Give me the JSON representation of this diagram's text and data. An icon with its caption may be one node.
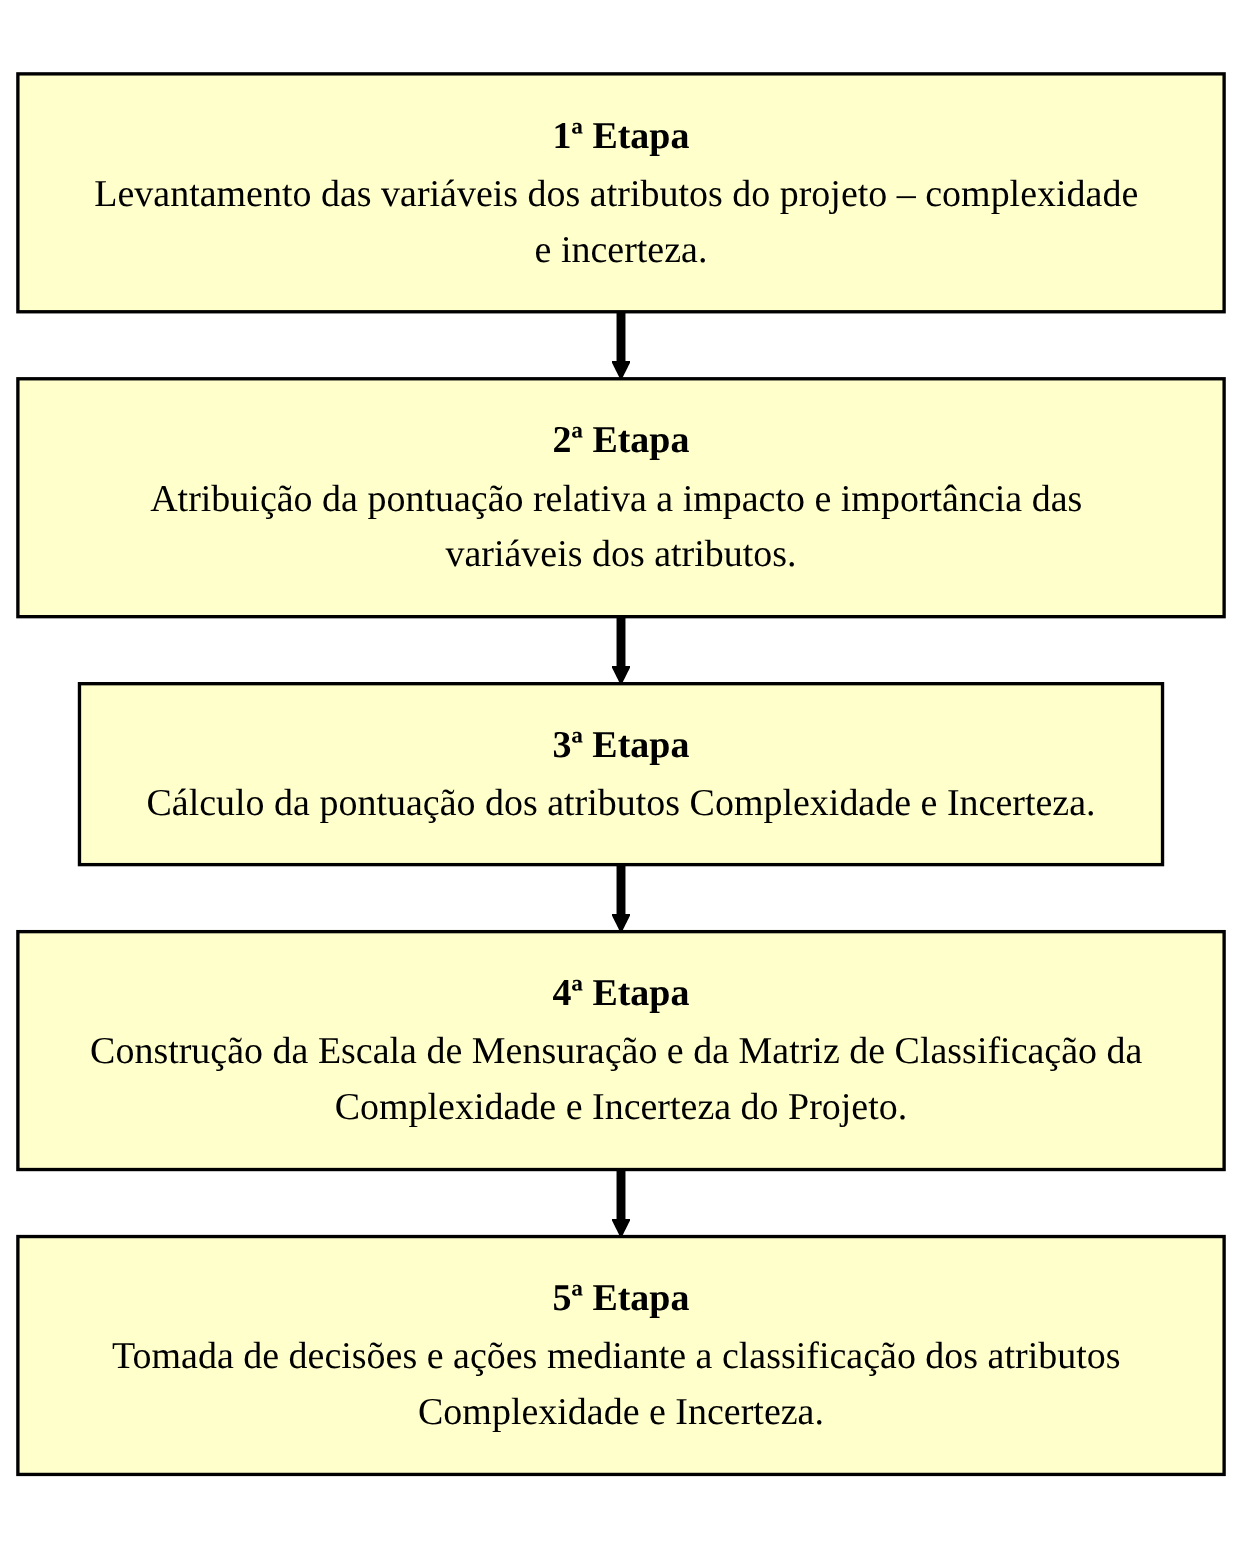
{
  "diagram": {
    "nodes": [
      {
        "text": [
          "1ª Etapa",
          "Levantamento das variáveis dos atributos do projeto – complexidade e incerteza."
        ]
      },
      {
        "text": [
          "2ª Etapa",
          "Atribuição da pontuação relativa a impacto e importância das variáveis dos atributos."
        ]
      },
      {
        "text": [
          "3ª Etapa",
          "Cálculo da pontuação dos atributos Complexidade e Incerteza."
        ]
      },
      {
        "text": [
          "4ª Etapa",
          "Construção da Escala de Mensuração e da Matriz de Classificação da Complexidade e Incerteza do Projeto."
        ]
      },
      {
        "text": [
          "5ª Etapa",
          "Tomada de decisões e ações mediante a classificação dos atributos Complexidade e Incerteza."
        ]
      }
    ],
    "edges": [
      {
        "from": 0,
        "to": 1,
        "arrow": "to"
      },
      {
        "from": 1,
        "to": 2,
        "arrow": "to"
      },
      {
        "from": 2,
        "to": 3,
        "arrow": "to"
      },
      {
        "from": 3,
        "to": 4,
        "arrow": "to"
      }
    ]
  }
}
